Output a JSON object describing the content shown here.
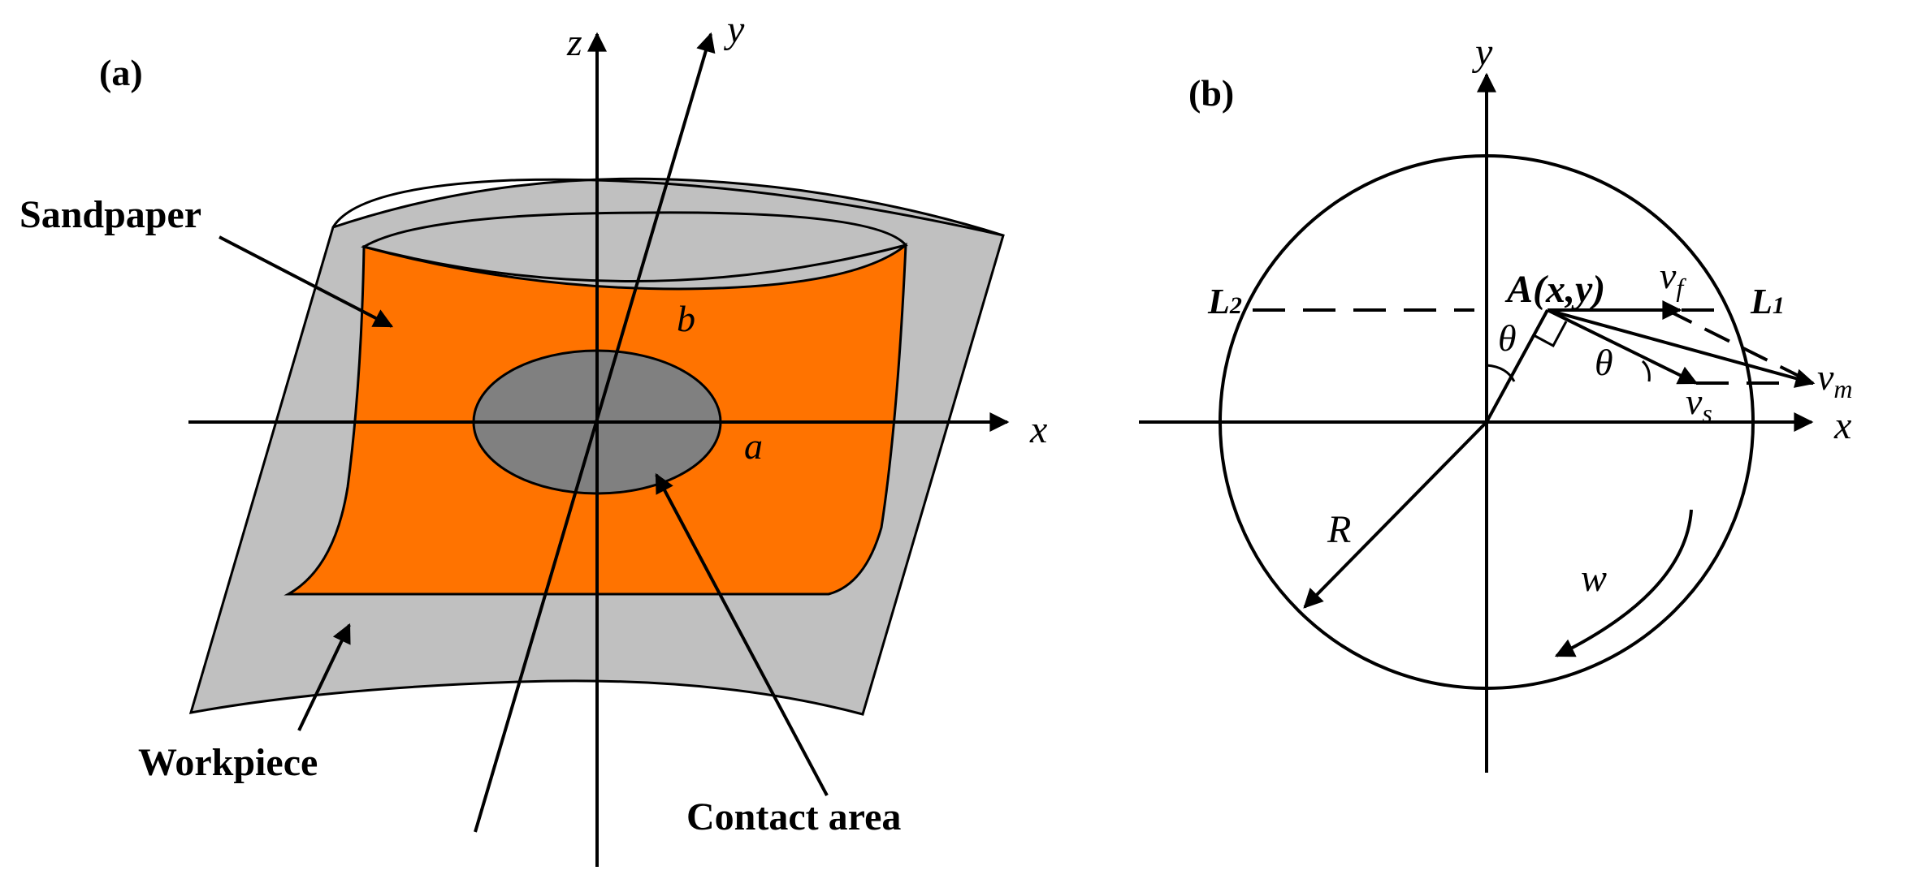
{
  "colors": {
    "sandpaper": "#FF7300",
    "workpiece": "#C0C0C0",
    "contact_area": "#808080",
    "line": "#000000",
    "background": "#FFFFFF"
  },
  "panel_a": {
    "label": "(a)",
    "axis_x": "x",
    "axis_y": "y",
    "axis_z": "z",
    "semi_axis_a": "a",
    "semi_axis_b": "b",
    "sandpaper_label": "Sandpaper",
    "workpiece_label": "Workpiece",
    "contact_label": "Contact area"
  },
  "panel_b": {
    "label": "(b)",
    "axis_x": "x",
    "axis_y": "y",
    "point_label": "A(x,y)",
    "line_L1": "L",
    "line_L1_sub": "1",
    "line_L2": "L",
    "line_L2_sub": "2",
    "velocity_f": "v",
    "velocity_f_sub": "f",
    "velocity_m": "v",
    "velocity_m_sub": "m",
    "velocity_s": "v",
    "velocity_s_sub": "s",
    "angle_1": "θ",
    "angle_2": "θ",
    "radius": "R",
    "omega": "w"
  }
}
